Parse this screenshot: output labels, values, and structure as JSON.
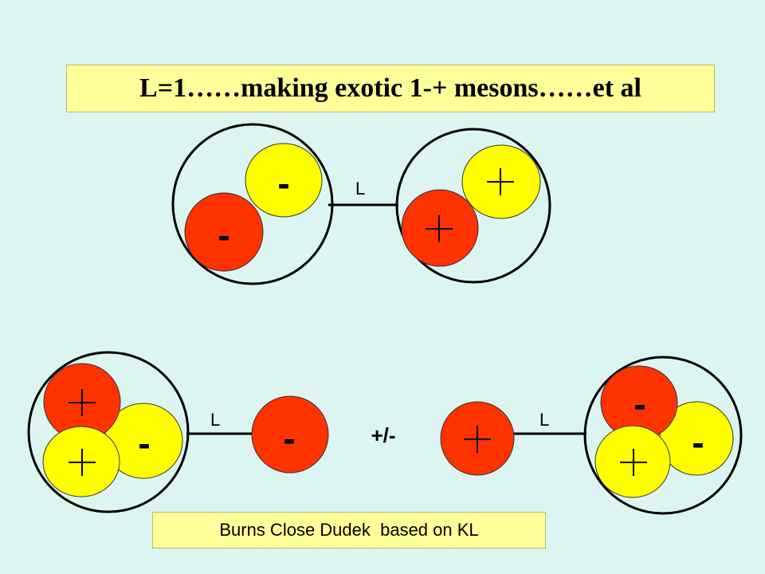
{
  "title": "L=1……making exotic 1-+ mesons……et al",
  "credit": "Burns Close Dudek  based on KL",
  "colors": {
    "background": "#dcf5f0",
    "box": "#ffff99",
    "red_quark": "#ff3300",
    "yellow_quark": "#ffff00"
  },
  "top_diagram": {
    "link_label": "L",
    "left_cluster": {
      "yellow_sign": "-",
      "red_sign": "-"
    },
    "right_cluster": {
      "yellow_sign": "+",
      "red_sign": "+"
    }
  },
  "bottom_left": {
    "link_label": "L",
    "cluster": {
      "red_sign": "+",
      "yellow_right_sign": "-",
      "yellow_bottom_sign": "+"
    },
    "single_sign": "-"
  },
  "combination_label": "+/-",
  "bottom_right": {
    "link_label": "L",
    "single_sign": "+",
    "cluster": {
      "red_sign": "-",
      "yellow_right_sign": "-",
      "yellow_bottom_sign": "+"
    }
  }
}
